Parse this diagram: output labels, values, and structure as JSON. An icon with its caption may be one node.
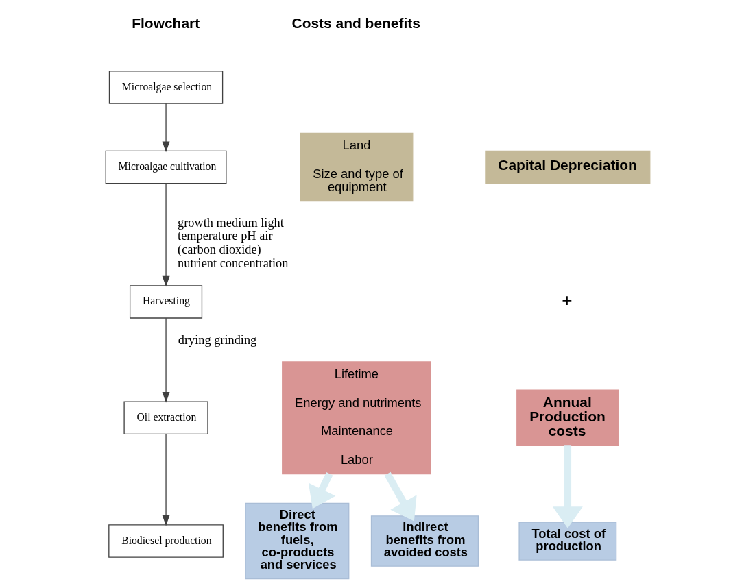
{
  "diagram": {
    "nodes": [
      {
        "text": [
          "Microalgae selection"
        ]
      },
      {
        "text": [
          "Microalgae cultivation"
        ]
      },
      {
        "text": [
          "Harvesting"
        ]
      },
      {
        "text": [
          "Oil extraction"
        ]
      },
      {
        "text": [
          "Biodiesel production"
        ]
      },
      {
        "text": [
          "Land",
          "Size and type of equipment"
        ]
      },
      {
        "text": [
          "Lifetime",
          "Energy and nutriments",
          "Maintenance",
          "Labor"
        ]
      },
      {
        "text": [
          "Capital Depreciation"
        ]
      },
      {
        "text": [
          "Annual Production costs"
        ]
      },
      {
        "text": [
          "Direct benefits from fuels, co-products and services"
        ]
      },
      {
        "text": [
          "Indirect benefits from avoided costs"
        ]
      },
      {
        "text": [
          "Total cost of production"
        ]
      }
    ],
    "edges": [
      {
        "from": 0,
        "to": 1,
        "arrow": "to"
      },
      {
        "from": 1,
        "to": 2,
        "arrow": "to",
        "label": "growth medium light temperature pH air (carbon dioxide) nutrient concentration"
      },
      {
        "from": 2,
        "to": 3,
        "arrow": "to",
        "label": "drying grinding"
      },
      {
        "from": 3,
        "to": 4,
        "arrow": "to"
      },
      {
        "from": 6,
        "to": 9,
        "arrow": "to",
        "style": "thick",
        "color": "#daedf3"
      },
      {
        "from": 6,
        "to": 10,
        "arrow": "to",
        "style": "thick",
        "color": "#daedf3"
      },
      {
        "from": 8,
        "to": 11,
        "arrow": "to",
        "style": "thick",
        "color": "#daedf3"
      }
    ],
    "labels": [
      "Flowchart",
      "Costs and benefits",
      "+"
    ]
  }
}
